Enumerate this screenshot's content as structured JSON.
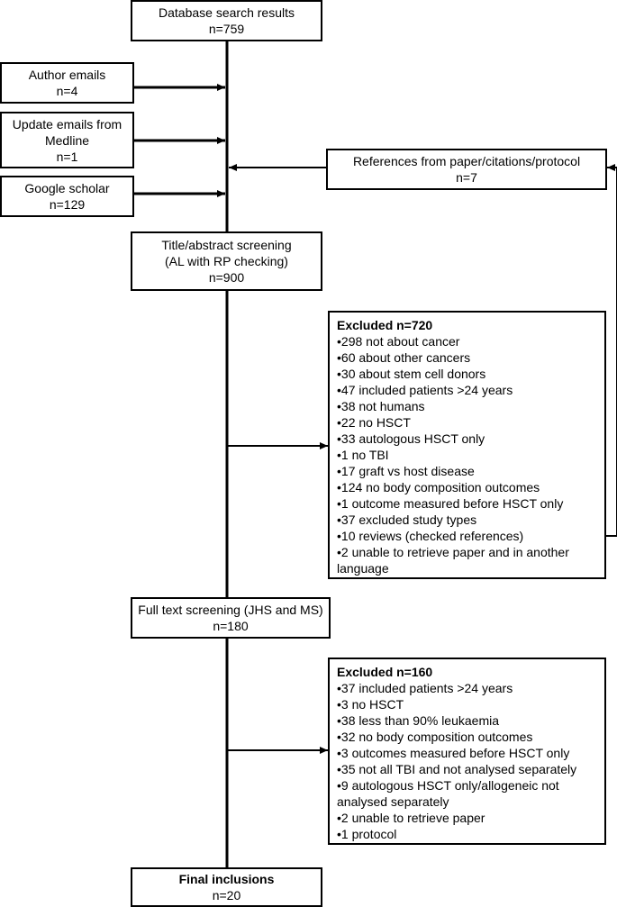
{
  "boxes": {
    "database": {
      "line1": "Database search results",
      "line2": "n=759"
    },
    "author": {
      "line1": "Author emails",
      "line2": "n=4"
    },
    "medline": {
      "line1": "Update emails from",
      "line2": "Medline",
      "line3": "n=1"
    },
    "google": {
      "line1": "Google scholar",
      "line2": "n=129"
    },
    "references": {
      "line1": "References from paper/citations/protocol",
      "line2": "n=7"
    },
    "title_screen": {
      "line1": "Title/abstract screening",
      "line2": "(AL with RP checking)",
      "line3": "n=900"
    },
    "excluded1": {
      "heading": "Excluded n=720",
      "items": [
        "•298 not about cancer",
        "•60 about other cancers",
        "•30 about stem cell donors",
        "•47 included patients >24 years",
        "•38 not humans",
        "•22 no HSCT",
        "•33 autologous HSCT only",
        "•1 no TBI",
        "•17 graft vs host disease",
        "•124 no body composition outcomes",
        "•1 outcome measured before HSCT only",
        "•37 excluded study types",
        "•10 reviews (checked references)",
        "•2 unable to retrieve paper and in another",
        "language"
      ]
    },
    "fulltext": {
      "line1": "Full text screening (JHS and MS)",
      "line2": "n=180"
    },
    "excluded2": {
      "heading": "Excluded n=160",
      "items": [
        "•37 included patients >24 years",
        "•3 no HSCT",
        "•38 less than 90% leukaemia",
        "•32 no body composition outcomes",
        "•3 outcomes measured before HSCT only",
        "•35 not all TBI and not analysed separately",
        "•9 autologous HSCT only/allogeneic not",
        "analysed separately",
        "•2 unable to retrieve paper",
        "•1 protocol"
      ]
    },
    "final": {
      "line1": "Final inclusions",
      "line2": "n=20"
    }
  }
}
